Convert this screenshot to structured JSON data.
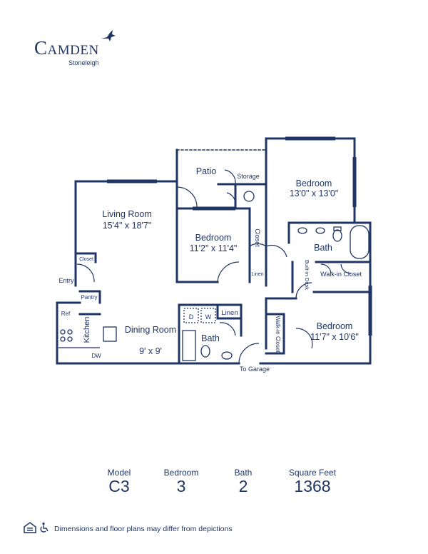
{
  "brand": {
    "name": "Camden",
    "community": "Stoneleigh",
    "accent_color": "#1f3566"
  },
  "rooms": {
    "patio": "Patio",
    "storage": "Storage",
    "living_room": "Living Room",
    "living_room_dims": "15'4\" x 18'7\"",
    "bedroom_1": "Bedroom",
    "bedroom_1_dims": "13'0\" x 13'0\"",
    "bedroom_2": "Bedroom",
    "bedroom_2_dims": "11'2\" x 11'4\"",
    "bedroom_3": "Bedroom",
    "bedroom_3_dims": "11'7\" x 10'6\"",
    "bath_1": "Bath",
    "bath_2": "Bath",
    "closet": "Closet",
    "closet_entry": "Closet",
    "linen_1": "Linen",
    "linen_2": "Linen",
    "built_in_desk": "Built-in Desk",
    "walk_in_closet_1": "Walk-in Closet",
    "walk_in_closet_2": "Walk-in Closet",
    "entry": "Entry",
    "pantry": "Pantry",
    "ref": "Ref",
    "kitchen": "Kitchen",
    "dw": "DW",
    "dining_room": "Dining Room",
    "dining_room_dims": "9' x 9'",
    "washer_d": "D",
    "washer_w": "W",
    "to_garage": "To Garage"
  },
  "stats": {
    "model_label": "Model",
    "model_value": "C3",
    "bedroom_label": "Bedroom",
    "bedroom_value": "3",
    "bath_label": "Bath",
    "bath_value": "2",
    "sqft_label": "Square Feet",
    "sqft_value": "1368"
  },
  "footer": {
    "disclaimer": "Dimensions and floor plans may differ from depictions",
    "icons": [
      "equal-housing-icon",
      "accessibility-icon"
    ]
  }
}
